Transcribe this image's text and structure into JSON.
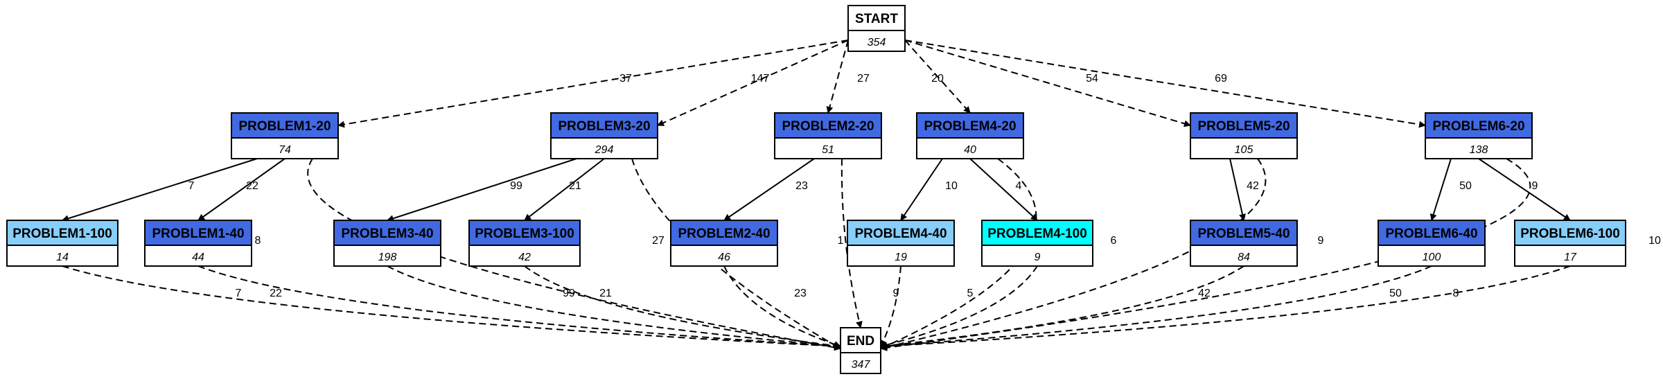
{
  "colors": {
    "royal": "#4169e1",
    "light": "#87cefa",
    "cyan": "#00ffff",
    "white": "#ffffff"
  },
  "nodes": [
    {
      "id": "START",
      "name": "START",
      "count": "354",
      "color": "white"
    },
    {
      "id": "P1_20",
      "name": "PROBLEM1-20",
      "count": "74",
      "color": "royal"
    },
    {
      "id": "P3_20",
      "name": "PROBLEM3-20",
      "count": "294",
      "color": "royal"
    },
    {
      "id": "P2_20",
      "name": "PROBLEM2-20",
      "count": "51",
      "color": "royal"
    },
    {
      "id": "P4_20",
      "name": "PROBLEM4-20",
      "count": "40",
      "color": "royal"
    },
    {
      "id": "P5_20",
      "name": "PROBLEM5-20",
      "count": "105",
      "color": "royal"
    },
    {
      "id": "P6_20",
      "name": "PROBLEM6-20",
      "count": "138",
      "color": "royal"
    },
    {
      "id": "P1_100",
      "name": "PROBLEM1-100",
      "count": "14",
      "color": "light"
    },
    {
      "id": "P1_40",
      "name": "PROBLEM1-40",
      "count": "44",
      "color": "royal"
    },
    {
      "id": "P3_40",
      "name": "PROBLEM3-40",
      "count": "198",
      "color": "royal"
    },
    {
      "id": "P3_100",
      "name": "PROBLEM3-100",
      "count": "42",
      "color": "royal"
    },
    {
      "id": "P2_40",
      "name": "PROBLEM2-40",
      "count": "46",
      "color": "royal"
    },
    {
      "id": "P4_40",
      "name": "PROBLEM4-40",
      "count": "19",
      "color": "light"
    },
    {
      "id": "P4_100",
      "name": "PROBLEM4-100",
      "count": "9",
      "color": "cyan"
    },
    {
      "id": "P5_40",
      "name": "PROBLEM5-40",
      "count": "84",
      "color": "royal"
    },
    {
      "id": "P6_40",
      "name": "PROBLEM6-40",
      "count": "100",
      "color": "royal"
    },
    {
      "id": "P6_100",
      "name": "PROBLEM6-100",
      "count": "17",
      "color": "light"
    },
    {
      "id": "END",
      "name": "END",
      "count": "347",
      "color": "white"
    }
  ],
  "edges": [
    {
      "from": "START",
      "to": "P1_20",
      "label": "37",
      "style": "dashed"
    },
    {
      "from": "START",
      "to": "P3_20",
      "label": "147",
      "style": "dashed"
    },
    {
      "from": "START",
      "to": "P2_20",
      "label": "27",
      "style": "dashed"
    },
    {
      "from": "START",
      "to": "P4_20",
      "label": "20",
      "style": "dashed"
    },
    {
      "from": "START",
      "to": "P5_20",
      "label": "54",
      "style": "dashed"
    },
    {
      "from": "START",
      "to": "P6_20",
      "label": "69",
      "style": "dashed"
    },
    {
      "from": "P1_20",
      "to": "P1_100",
      "label": "7",
      "style": "solid"
    },
    {
      "from": "P1_20",
      "to": "P1_40",
      "label": "22",
      "style": "solid"
    },
    {
      "from": "P1_20",
      "to": "END",
      "label": "8",
      "style": "dashed"
    },
    {
      "from": "P3_20",
      "to": "P3_40",
      "label": "99",
      "style": "solid"
    },
    {
      "from": "P3_20",
      "to": "P3_100",
      "label": "21",
      "style": "solid"
    },
    {
      "from": "P3_20",
      "to": "END",
      "label": "27",
      "style": "dashed"
    },
    {
      "from": "P2_20",
      "to": "P2_40",
      "label": "23",
      "style": "solid"
    },
    {
      "from": "P2_20",
      "to": "END",
      "label": "1",
      "style": "dashed"
    },
    {
      "from": "P4_20",
      "to": "P4_40",
      "label": "10",
      "style": "solid"
    },
    {
      "from": "P4_20",
      "to": "P4_100",
      "label": "4",
      "style": "solid"
    },
    {
      "from": "P4_20",
      "to": "END",
      "label": "6",
      "style": "dashed"
    },
    {
      "from": "P5_20",
      "to": "P5_40",
      "label": "42",
      "style": "solid"
    },
    {
      "from": "P5_20",
      "to": "END",
      "label": "9",
      "style": "dashed"
    },
    {
      "from": "P6_20",
      "to": "P6_40",
      "label": "50",
      "style": "solid"
    },
    {
      "from": "P6_20",
      "to": "P6_100",
      "label": "9",
      "style": "solid"
    },
    {
      "from": "P6_20",
      "to": "END",
      "label": "10",
      "style": "dashed"
    },
    {
      "from": "P1_100",
      "to": "END",
      "label": "7",
      "style": "dashed"
    },
    {
      "from": "P1_40",
      "to": "END",
      "label": "22",
      "style": "dashed"
    },
    {
      "from": "P3_40",
      "to": "END",
      "label": "99",
      "style": "dashed"
    },
    {
      "from": "P3_100",
      "to": "END",
      "label": "21",
      "style": "dashed"
    },
    {
      "from": "P2_40",
      "to": "END",
      "label": "23",
      "style": "dashed"
    },
    {
      "from": "P4_40",
      "to": "END",
      "label": "9",
      "style": "dashed"
    },
    {
      "from": "P4_100",
      "to": "END",
      "label": "5",
      "style": "dashed"
    },
    {
      "from": "P5_40",
      "to": "END",
      "label": "42",
      "style": "dashed"
    },
    {
      "from": "P6_40",
      "to": "END",
      "label": "50",
      "style": "dashed"
    },
    {
      "from": "P6_100",
      "to": "END",
      "label": "8",
      "style": "dashed"
    }
  ]
}
